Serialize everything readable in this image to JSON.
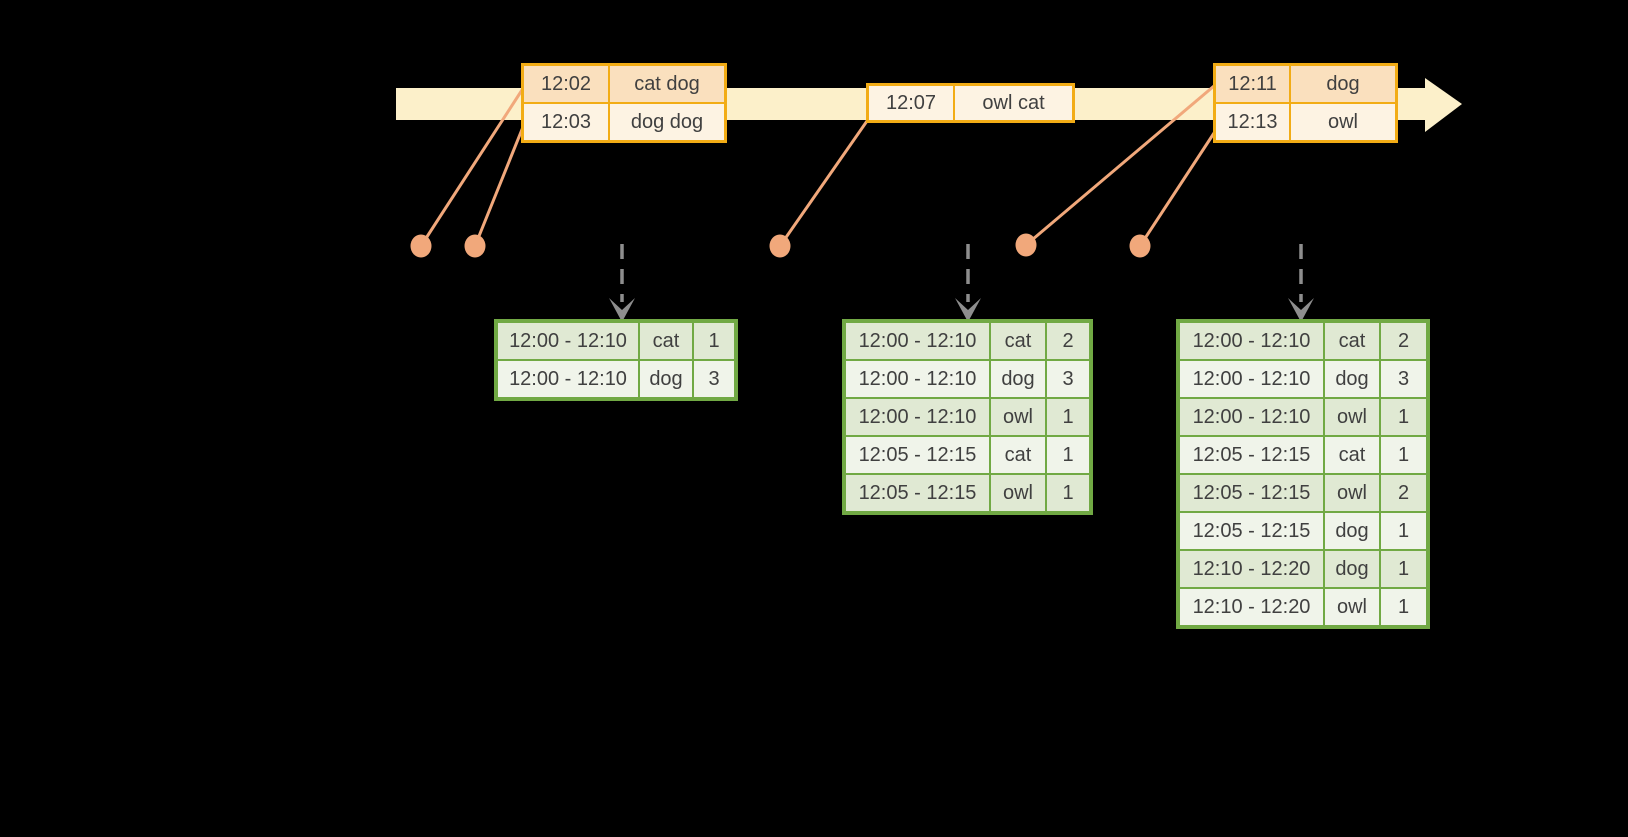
{
  "colors": {
    "background": "#000000",
    "timeline_bar": "#fcf0ca",
    "event_box_border": "#f2ac15",
    "event_fill_peach": "#fae0be",
    "event_fill_cream": "#fdf3e3",
    "connector_salmon": "#f1a87b",
    "trigger_gray": "#8e8e8e",
    "table_border_green": "#71a944",
    "table_row_dark": "#e0e9d3",
    "table_row_light": "#f0f4ea",
    "text": "#404040"
  },
  "timeline": {
    "event_groups": [
      {
        "rows": [
          {
            "time": "12:02",
            "words": "cat dog"
          },
          {
            "time": "12:03",
            "words": "dog dog"
          }
        ]
      },
      {
        "rows": [
          {
            "time": "12:07",
            "words": "owl cat"
          }
        ]
      },
      {
        "rows": [
          {
            "time": "12:11",
            "words": "dog"
          },
          {
            "time": "12:13",
            "words": "owl"
          }
        ]
      }
    ]
  },
  "result_tables": [
    {
      "rows": [
        {
          "window": "12:00 - 12:10",
          "word": "cat",
          "count": "1"
        },
        {
          "window": "12:00 - 12:10",
          "word": "dog",
          "count": "3"
        }
      ]
    },
    {
      "rows": [
        {
          "window": "12:00 - 12:10",
          "word": "cat",
          "count": "2"
        },
        {
          "window": "12:00 - 12:10",
          "word": "dog",
          "count": "3"
        },
        {
          "window": "12:00 - 12:10",
          "word": "owl",
          "count": "1"
        },
        {
          "window": "12:05 - 12:15",
          "word": "cat",
          "count": "1"
        },
        {
          "window": "12:05 - 12:15",
          "word": "owl",
          "count": "1"
        }
      ]
    },
    {
      "rows": [
        {
          "window": "12:00 - 12:10",
          "word": "cat",
          "count": "2"
        },
        {
          "window": "12:00 - 12:10",
          "word": "dog",
          "count": "3"
        },
        {
          "window": "12:00 - 12:10",
          "word": "owl",
          "count": "1"
        },
        {
          "window": "12:05 - 12:15",
          "word": "cat",
          "count": "1"
        },
        {
          "window": "12:05 - 12:15",
          "word": "owl",
          "count": "2"
        },
        {
          "window": "12:05 - 12:15",
          "word": "dog",
          "count": "1"
        },
        {
          "window": "12:10 - 12:20",
          "word": "dog",
          "count": "1"
        },
        {
          "window": "12:10 - 12:20",
          "word": "owl",
          "count": "1"
        }
      ]
    }
  ]
}
